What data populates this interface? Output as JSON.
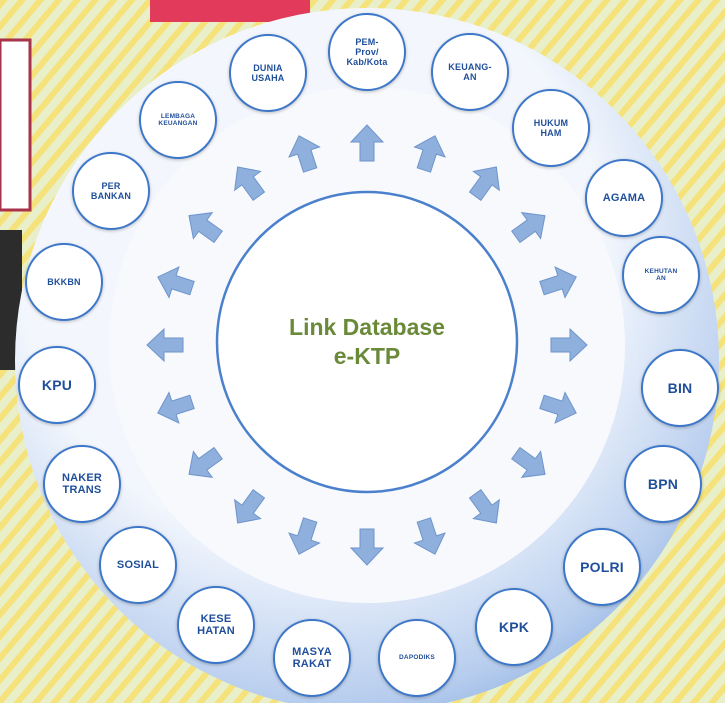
{
  "center": {
    "title": "Link Database\ne-KTP"
  },
  "nodes": [
    {
      "label": "PEM-\nProv/\nKab/Kota"
    },
    {
      "label": "KEUANG-\nAN"
    },
    {
      "label": "HUKUM\nHAM"
    },
    {
      "label": "AGAMA"
    },
    {
      "label": "KEHUTAN\nAN"
    },
    {
      "label": "BIN"
    },
    {
      "label": "BPN"
    },
    {
      "label": "POLRI"
    },
    {
      "label": "KPK"
    },
    {
      "label": "DAPODIKS"
    },
    {
      "label": "MASYA\nRAKAT"
    },
    {
      "label": "KESE\nHATAN"
    },
    {
      "label": "SOSIAL"
    },
    {
      "label": "NAKER\nTRANS"
    },
    {
      "label": "KPU"
    },
    {
      "label": "BKKBN"
    },
    {
      "label": "PER\nBANKAN"
    },
    {
      "label": "LEMBAGA\nKEUANGAN"
    },
    {
      "label": "DUNIA\nUSAHA"
    }
  ],
  "colors": {
    "ring_light": "#f2f6fc",
    "ring_dark": "#7fa6de",
    "node_border": "#3d77c9",
    "node_text": "#1f4f9a",
    "arrow": "#8fb0dc",
    "center_text": "#6a8a3a"
  }
}
